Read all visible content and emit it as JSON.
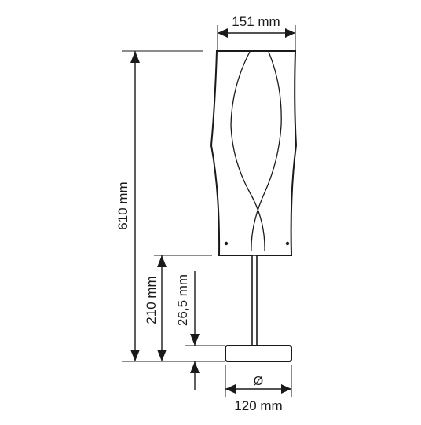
{
  "dimensions": {
    "width_top": "151 mm",
    "total_height": "610 mm",
    "shade_bottom_height": "210 mm",
    "base_height": "26,5 mm",
    "base_diameter_symbol": "Ø",
    "base_diameter": "120 mm"
  },
  "colors": {
    "line": "#1a1a1a",
    "background": "#ffffff"
  }
}
